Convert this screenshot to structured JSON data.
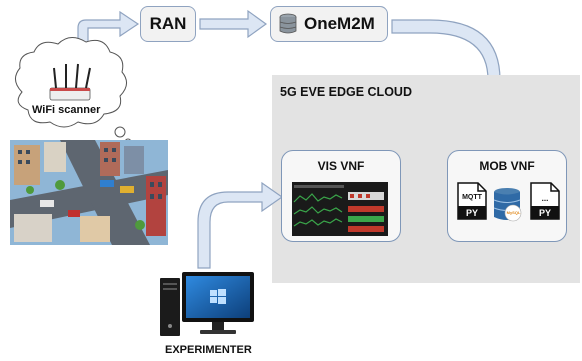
{
  "nodes": {
    "ran": "RAN",
    "onem2m": "OneM2M",
    "wifi_scanner": "WiFi scanner",
    "cloud": "5G EVE EDGE CLOUD",
    "vis_vnf": "VIS VNF",
    "mob_vnf": "MOB VNF",
    "experimenter": "EXPERIMENTER"
  },
  "files": [
    {
      "caption": "MQTT",
      "ext": "PY"
    },
    {
      "caption": "...",
      "ext": "PY"
    }
  ],
  "db_label": "MySQL",
  "colors": {
    "arrow_fill": "#dce6f4",
    "arrow_stroke": "#8fa3c0",
    "cloud_bg": "#e3e3e3",
    "dashboard_bg": "#1a1a1a",
    "dashboard_green": "#3aa64a",
    "dashboard_red": "#c0392b"
  }
}
